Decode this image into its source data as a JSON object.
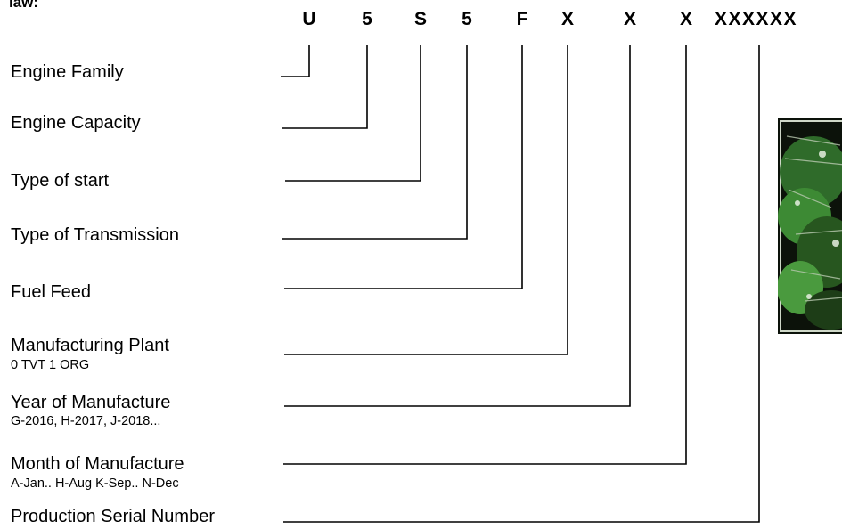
{
  "header": "law:",
  "code": {
    "chars": [
      "U",
      "5",
      "S",
      "5",
      "F",
      "X",
      "X",
      "X"
    ],
    "serial": "XXXXXX"
  },
  "fields": [
    {
      "label": "Engine Family",
      "sub": ""
    },
    {
      "label": "Engine Capacity",
      "sub": ""
    },
    {
      "label": "Type of start",
      "sub": ""
    },
    {
      "label": "Type of Transmission",
      "sub": ""
    },
    {
      "label": "Fuel Feed",
      "sub": ""
    },
    {
      "label": "Manufacturing Plant",
      "sub": "0 TVT  1 ORG"
    },
    {
      "label": "Year of Manufacture",
      "sub": "G-2016, H-2017, J-2018..."
    },
    {
      "label": "Month of Manufacture",
      "sub": "A-Jan.. H-Aug K-Sep.. N-Dec"
    },
    {
      "label": "Production Serial Number",
      "sub": ""
    }
  ],
  "photo": {
    "name": "engine-photo",
    "dominant_color": "#2f6b2a"
  }
}
